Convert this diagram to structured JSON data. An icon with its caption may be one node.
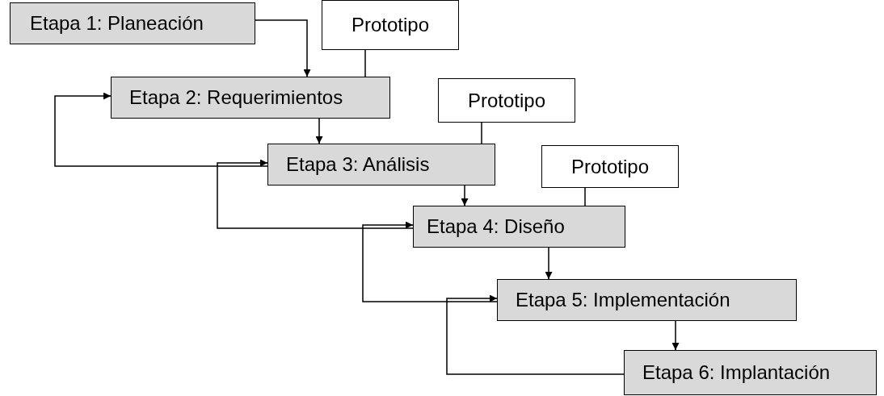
{
  "diagram": {
    "nodes": [
      {
        "text": [
          "Etapa 1: Planeación"
        ]
      },
      {
        "text": [
          "Prototipo"
        ]
      },
      {
        "text": [
          "Etapa 2: Requerimientos"
        ]
      },
      {
        "text": [
          "Prototipo"
        ]
      },
      {
        "text": [
          "Etapa 3: Análisis"
        ]
      },
      {
        "text": [
          "Prototipo"
        ]
      },
      {
        "text": [
          "Etapa 4: Diseño"
        ]
      },
      {
        "text": [
          "Etapa 5: Implementación"
        ]
      },
      {
        "text": [
          "Etapa 6: Implantación"
        ]
      }
    ],
    "edges": [
      {
        "from": 0,
        "to": 2,
        "arrow": "to"
      },
      {
        "from": 1,
        "to": 2,
        "arrow": "none"
      },
      {
        "from": 2,
        "to": 4,
        "arrow": "to"
      },
      {
        "from": 4,
        "to": 2,
        "arrow": "to"
      },
      {
        "from": 3,
        "to": 4,
        "arrow": "none"
      },
      {
        "from": 4,
        "to": 6,
        "arrow": "to"
      },
      {
        "from": 6,
        "to": 4,
        "arrow": "to"
      },
      {
        "from": 5,
        "to": 6,
        "arrow": "none"
      },
      {
        "from": 6,
        "to": 7,
        "arrow": "to"
      },
      {
        "from": 7,
        "to": 6,
        "arrow": "to"
      },
      {
        "from": 7,
        "to": 8,
        "arrow": "to"
      },
      {
        "from": 8,
        "to": 7,
        "arrow": "to"
      }
    ]
  }
}
